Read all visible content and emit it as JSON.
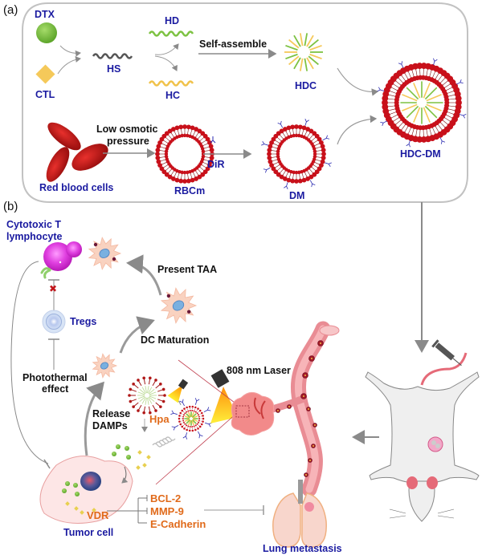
{
  "panels": {
    "a": "(a)",
    "b": "(b)"
  },
  "panel_a": {
    "dtx": "DTX",
    "ctl": "CTL",
    "hs": "HS",
    "hd": "HD",
    "hc": "HC",
    "self_assemble": "Self-assemble",
    "hdc": "HDC",
    "rbc": "Red blood cells",
    "low_osmotic_1": "Low osmotic",
    "low_osmotic_2": "pressure",
    "rbcm": "RBCm",
    "dir": "DiR",
    "dm": "DM",
    "hdc_dm": "HDC-DM"
  },
  "panel_b": {
    "ctl_cell_1": "Cytotoxic T",
    "ctl_cell_2": "lymphocyte",
    "present_taa": "Present TAA",
    "tregs": "Tregs",
    "dc_maturation": "DC Maturation",
    "photothermal_1": "Photothermal",
    "photothermal_2": "effect",
    "laser": "808 nm Laser",
    "release_1": "Release",
    "release_2": "DAMPs",
    "hpa": "Hpa",
    "tumor_cell": "Tumor cell",
    "vdr": "VDR",
    "bcl2": "BCL-2",
    "mmp9": "MMP-9",
    "ecadherin": "E-Cadherin",
    "lung": "Lung metastasis"
  },
  "colors": {
    "label_blue": "#1a1aa0",
    "label_orange": "#e06a1a",
    "membrane_red": "#c8101a",
    "dtx_green": "#7dc242",
    "ctl_yellow": "#f5c95a",
    "arrow_gray": "#8a8a8a"
  }
}
